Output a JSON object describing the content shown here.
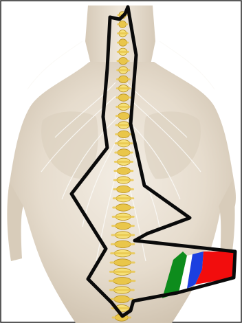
{
  "colors": {
    "background": "#ffffff",
    "border": "#222222",
    "skin_light": "#f1eadf",
    "skin_mid": "#ddd2c2",
    "skin_shadow": "#c3b6a4",
    "nerve": "#fbfaf7",
    "spine_bone": "#e9c64a",
    "spine_bone_light": "#f6e17a",
    "spine_edge": "#b8901f",
    "outline": "#0a0a0a",
    "band_green": "#0d8c1c",
    "band_white": "#ffffff",
    "band_blue": "#1c3fe0",
    "band_red": "#f20d0d",
    "region_fill": "#ffffff"
  },
  "icons": {
    "back": "human-back-illustration",
    "spine": "spine-illustration",
    "pain_region": "pain-region-outline",
    "color_bands": "color-coded-bands"
  }
}
